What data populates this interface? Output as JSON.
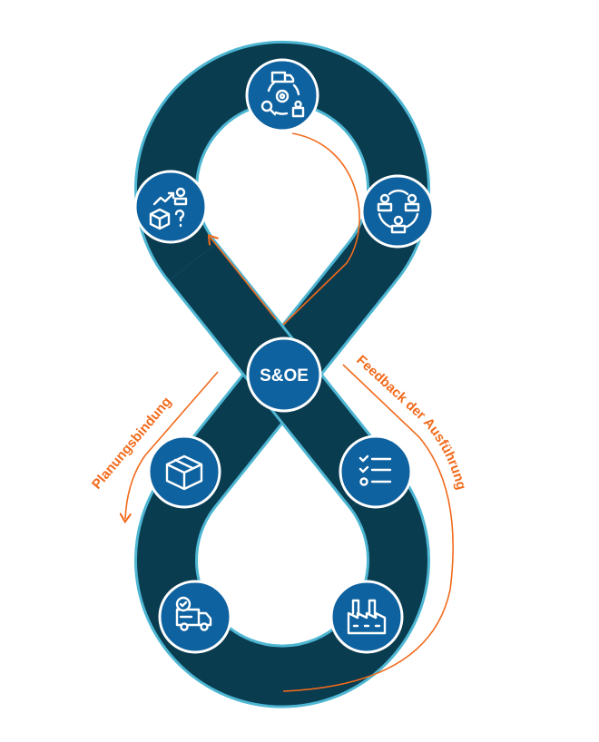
{
  "center_label": "S&OE",
  "labels": {
    "left": "Planungsbindung",
    "right": "Feedback der Ausführung"
  },
  "nodes": [
    {
      "icon": "supply-chain-cycle-icon"
    },
    {
      "icon": "demand-forecast-box-icon"
    },
    {
      "icon": "team-collaboration-icon"
    },
    {
      "icon": "package-box-icon"
    },
    {
      "icon": "checklist-icon"
    },
    {
      "icon": "delivery-truck-check-icon"
    },
    {
      "icon": "factory-icon"
    }
  ],
  "colors": {
    "band": "#0a3c50",
    "band_edge": "#4db6d2",
    "node": "#0f62a0",
    "accent": "#f26a1b"
  }
}
